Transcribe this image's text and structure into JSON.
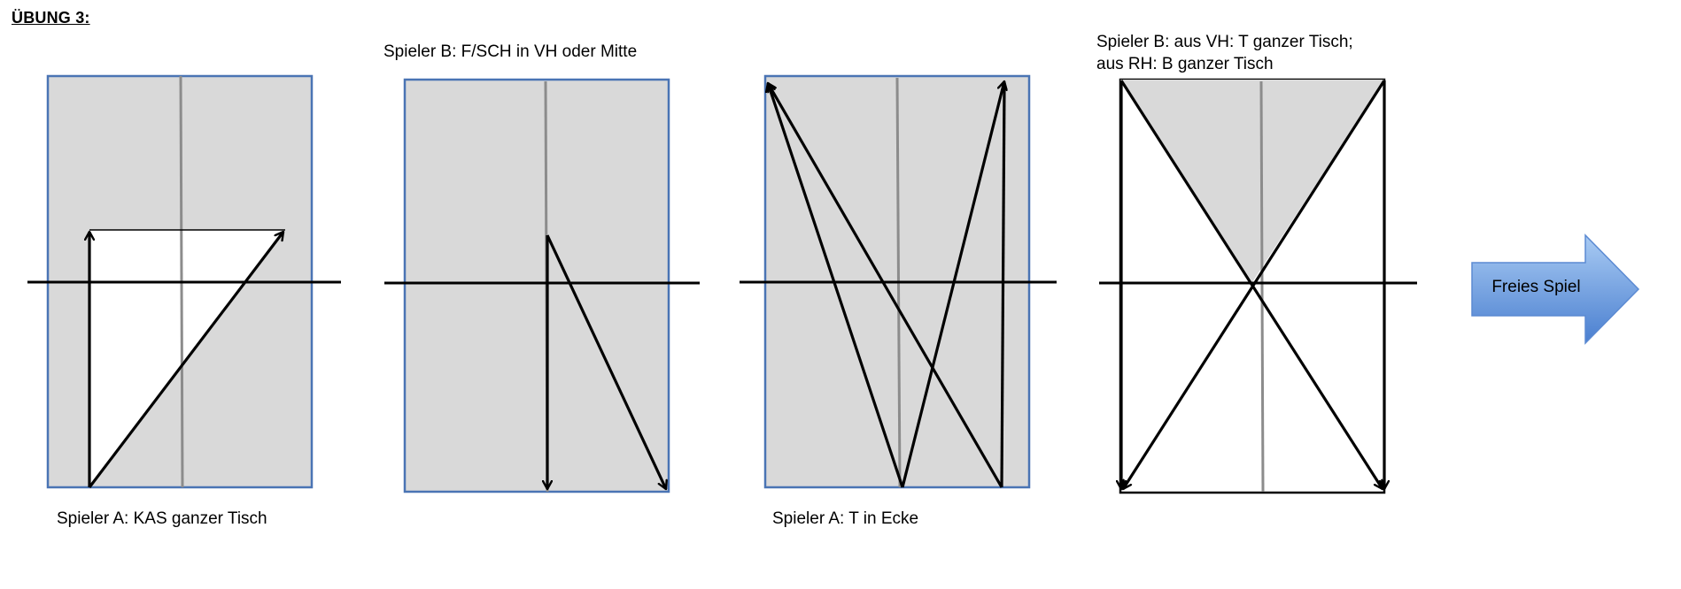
{
  "title": "ÜBUNG 3:",
  "panels": [
    {
      "caption": "Spieler A: KAS ganzer Tisch"
    },
    {
      "caption": "Spieler B: F/SCH in VH oder Mitte"
    },
    {
      "caption": "Spieler A: T in Ecke"
    },
    {
      "caption_lines": [
        "Spieler B: aus VH: T ganzer Tisch;",
        "aus RH: B ganzer Tisch"
      ]
    }
  ],
  "next_button": {
    "label": "Freies Spiel"
  },
  "colors": {
    "table_fill": "#d9d9d9",
    "table_border": "#4a74b4",
    "center_line": "#8c8c8c",
    "arrow": "#000000",
    "button_light": "#a6c8f2",
    "button_dark": "#4a7fd0"
  }
}
